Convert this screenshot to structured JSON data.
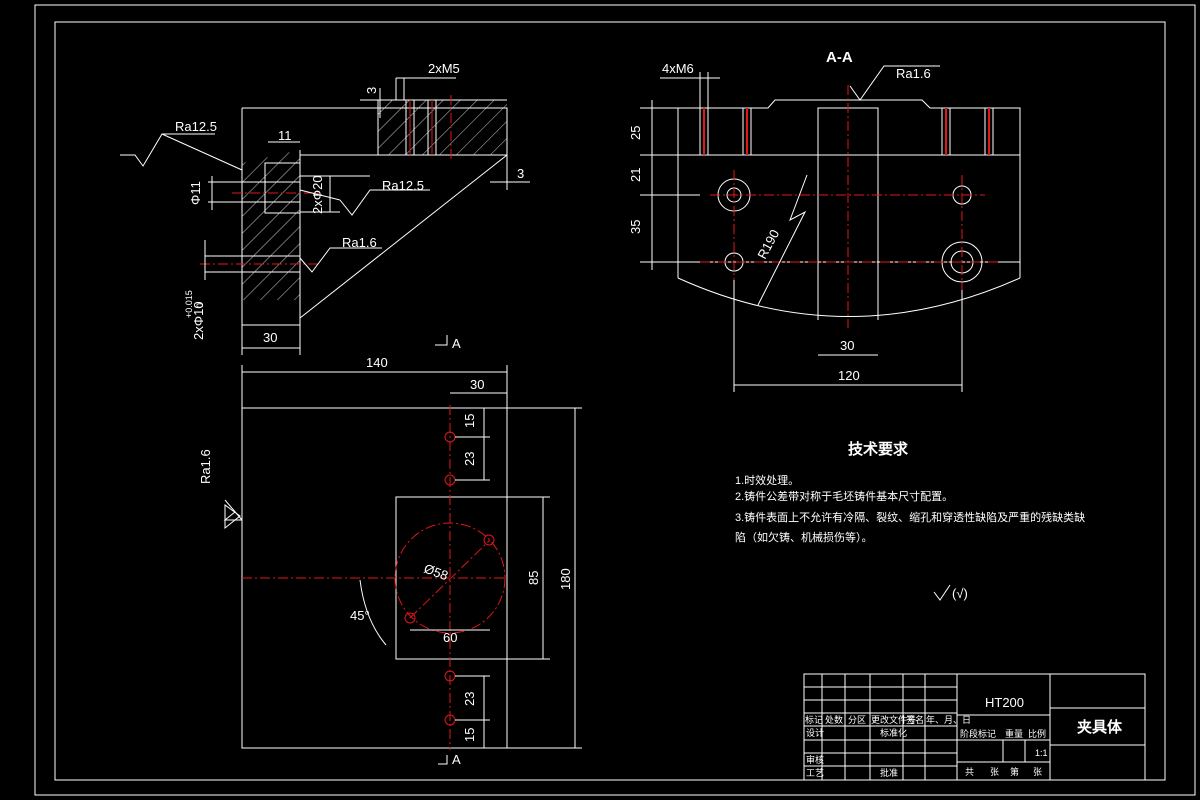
{
  "section_label": "A-A",
  "view_marker": "A",
  "left_top_view": {
    "callouts": {
      "thread": "2xM5",
      "bore": "2xΦ20",
      "through": "Φ11",
      "pin_hole": "2xΦ10",
      "tol_plus": "+0.015",
      "tol_zero": "0"
    },
    "dims": {
      "d3a": "3",
      "d11": "11",
      "d3b": "3",
      "d30": "30"
    },
    "roughness": [
      "Ra12.5",
      "Ra12.5",
      "Ra1.6"
    ]
  },
  "right_section_view": {
    "callouts": {
      "thread": "4xM6",
      "radius": "R190"
    },
    "roughness": "Ra1.6",
    "dims": {
      "d25": "25",
      "d21": "21",
      "d35": "35",
      "d30": "30",
      "d120": "120"
    }
  },
  "front_view": {
    "dims": {
      "d140": "140",
      "d30": "30",
      "d15a": "15",
      "d23a": "23",
      "d85": "85",
      "d180": "180",
      "d23b": "23",
      "d15b": "15",
      "d60": "60",
      "dia58": "Ø58",
      "ang45": "45°"
    },
    "roughness": "Ra1.6"
  },
  "tech_requirements": {
    "title": "技术要求",
    "items": [
      "1.时效处理。",
      "2.铸件公差带对称于毛坯铸件基本尺寸配置。",
      "3.铸件表面上不允许有冷隔、裂纹、缩孔和穿透性缺陷及严重的残缺类缺",
      "陷（如欠铸、机械损伤等）。"
    ],
    "roughness_note": "(√)"
  },
  "title_block": {
    "material": "HT200",
    "part_name": "夹具体",
    "col_headers": [
      "标记",
      "处数",
      "分区",
      "更改文件号",
      "签名",
      "年、月、日"
    ],
    "row_labels": {
      "design": "设计",
      "standard": "标准化",
      "review": "审核",
      "process": "工艺",
      "approve": "批准"
    },
    "stage_headers": [
      "阶段标记",
      "重量",
      "比例"
    ],
    "scale": "1:1",
    "sheets": [
      "共",
      "张",
      "第",
      "张"
    ]
  }
}
